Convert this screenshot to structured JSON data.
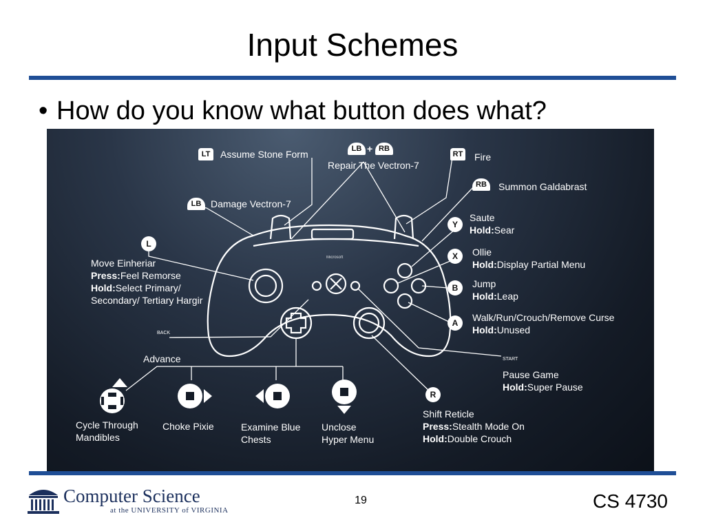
{
  "slide": {
    "title": "Input Schemes",
    "bullet": "How do you know what button does what?",
    "page_number": "19",
    "course": "CS 4730"
  },
  "footer_logo": {
    "main": "Computer Science",
    "sub": "at the UNIVERSITY of VIRGINIA"
  },
  "colors": {
    "rule": "#1f4e96",
    "logo": "#1b2f5c"
  },
  "controller": {
    "brand": "Microsoft",
    "icons": {
      "lt": "LT",
      "rt": "RT",
      "lb": "LB",
      "rb": "RB",
      "lbrb_lb": "LB",
      "lbrb_plus": "+",
      "lbrb_rb": "RB",
      "y": "Y",
      "x": "X",
      "b": "B",
      "a": "A",
      "l": "L",
      "r": "R",
      "back": "BACK",
      "start": "START"
    },
    "labels": {
      "lt": "Assume Stone Form",
      "lbrb": "Repair The Vectron-7",
      "rt": "Fire",
      "rb": "Summon Galdabrast",
      "lb": "Damage Vectron-7",
      "y_action": "Saute",
      "y_hold_key": "Hold:",
      "y_hold": "Sear",
      "x_action": "Ollie",
      "x_hold_key": "Hold:",
      "x_hold": "Display Partial Menu",
      "b_action": "Jump",
      "b_hold_key": "Hold:",
      "b_hold": "Leap",
      "a_action": "Walk/Run/Crouch/Remove Curse",
      "a_hold_key": "Hold:",
      "a_hold": "Unused",
      "l_action": "Move Einheriar",
      "l_press_key": "Press:",
      "l_press": "Feel Remorse",
      "l_hold_key": "Hold:",
      "l_hold": "Select Primary/",
      "l_hold2": "Secondary/ Tertiary Hargir",
      "back": "Advance",
      "start_action": "Pause Game",
      "start_hold_key": "Hold:",
      "start_hold": "Super Pause",
      "r_action": "Shift Reticle",
      "r_press_key": "Press:",
      "r_press": "Stealth Mode On",
      "r_hold_key": "Hold:",
      "r_hold": "Double Crouch",
      "dpad_up_1": "Cycle Through",
      "dpad_up_2": "Mandibles",
      "dpad_right": "Choke Pixie",
      "dpad_left_1": "Examine Blue",
      "dpad_left_2": "Chests",
      "dpad_down_1": "Unclose",
      "dpad_down_2": "Hyper Menu"
    }
  }
}
